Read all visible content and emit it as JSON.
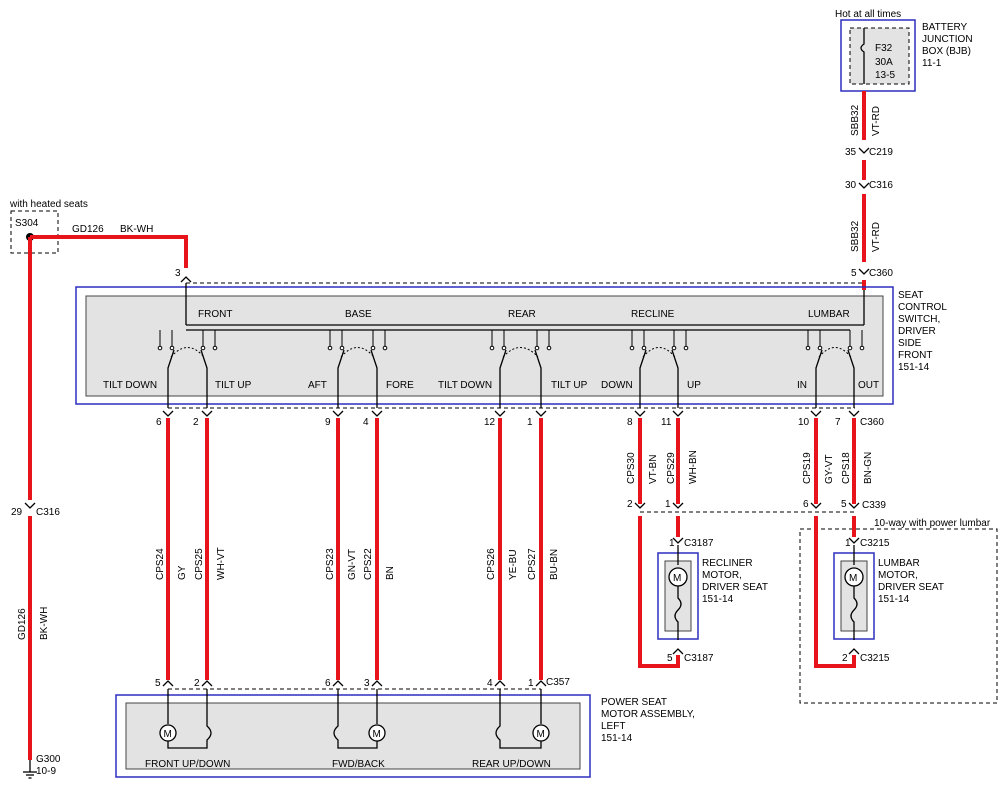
{
  "top_note": "Hot at all times",
  "heated_note": "with heated seats",
  "lumbar_note": "10-way with power lumbar",
  "fuse": {
    "id": "F32",
    "rating": "30A",
    "ref": "13-5"
  },
  "bjb": {
    "line1": "BATTERY",
    "line2": "JUNCTION",
    "line3": "BOX (BJB)",
    "ref": "11-1"
  },
  "splice": "S304",
  "ground": {
    "id": "G300",
    "ref": "10-9"
  },
  "wire_top": {
    "circuit": "SBB32",
    "color": "VT-RD"
  },
  "wire_mid": {
    "circuit": "SBB32",
    "color": "VT-RD"
  },
  "wire_gnd_h": {
    "circuit": "GD126",
    "color": "BK-WH"
  },
  "wire_gnd_v": {
    "circuit": "GD126",
    "color": "BK-WH"
  },
  "connectors": {
    "c219": {
      "pin": "35",
      "name": "C219"
    },
    "c316_top": {
      "pin": "30",
      "name": "C316"
    },
    "c360_top": {
      "pin": "5",
      "name": "C360"
    },
    "c316_left": {
      "pin": "29",
      "name": "C316"
    },
    "c360_bottom": "C360",
    "c339": "C339",
    "c357": "C357",
    "c3187_top": {
      "pin": "1",
      "name": "C3187"
    },
    "c3187_bot": {
      "pin": "5",
      "name": "C3187"
    },
    "c3215_top": {
      "pin": "1",
      "name": "C3215"
    },
    "c3215_bot": {
      "pin": "2",
      "name": "C3215"
    },
    "pin3": "3"
  },
  "switch": {
    "title1": "SEAT",
    "title2": "CONTROL",
    "title3": "SWITCH,",
    "title4": "DRIVER",
    "title5": "SIDE",
    "title6": "FRONT",
    "ref": "151-14",
    "groups": [
      "FRONT",
      "BASE",
      "REAR",
      "RECLINE",
      "LUMBAR"
    ],
    "positions": [
      "TILT DOWN",
      "TILT UP",
      "AFT",
      "FORE",
      "TILT DOWN",
      "TILT UP",
      "DOWN",
      "UP",
      "IN",
      "OUT"
    ]
  },
  "pins_top": [
    "6",
    "2",
    "9",
    "4",
    "12",
    "1",
    "8",
    "11",
    "10",
    "7"
  ],
  "wires": [
    {
      "circuit": "CPS24",
      "color": "GY"
    },
    {
      "circuit": "CPS25",
      "color": "WH-VT"
    },
    {
      "circuit": "CPS23",
      "color": "GN-VT"
    },
    {
      "circuit": "CPS22",
      "color": "BN"
    },
    {
      "circuit": "CPS26",
      "color": "YE-BU"
    },
    {
      "circuit": "CPS27",
      "color": "BU-BN"
    },
    {
      "circuit": "CPS30",
      "color": "VT-BN"
    },
    {
      "circuit": "CPS29",
      "color": "WH-BN"
    },
    {
      "circuit": "CPS19",
      "color": "GY-VT"
    },
    {
      "circuit": "CPS18",
      "color": "BN-GN"
    }
  ],
  "pins_c339": [
    "2",
    "1",
    "6",
    "5"
  ],
  "pins_c357": [
    "5",
    "2",
    "6",
    "3",
    "4",
    "1"
  ],
  "recliner": {
    "line1": "RECLINER",
    "line2": "MOTOR,",
    "line3": "DRIVER SEAT",
    "ref": "151-14"
  },
  "lumbar_motor": {
    "line1": "LUMBAR",
    "line2": "MOTOR,",
    "line3": "DRIVER SEAT",
    "ref": "151-14"
  },
  "power_seat": {
    "line1": "POWER SEAT",
    "line2": "MOTOR ASSEMBLY,",
    "line3": "LEFT",
    "ref": "151-14"
  },
  "motor_labels": [
    "FRONT UP/DOWN",
    "FWD/BACK",
    "REAR UP/DOWN"
  ],
  "motor_symbol": "M",
  "colors": {
    "wire": "#e8141b",
    "outline": "#2d2dbf",
    "fill": "#e3e3e3"
  }
}
